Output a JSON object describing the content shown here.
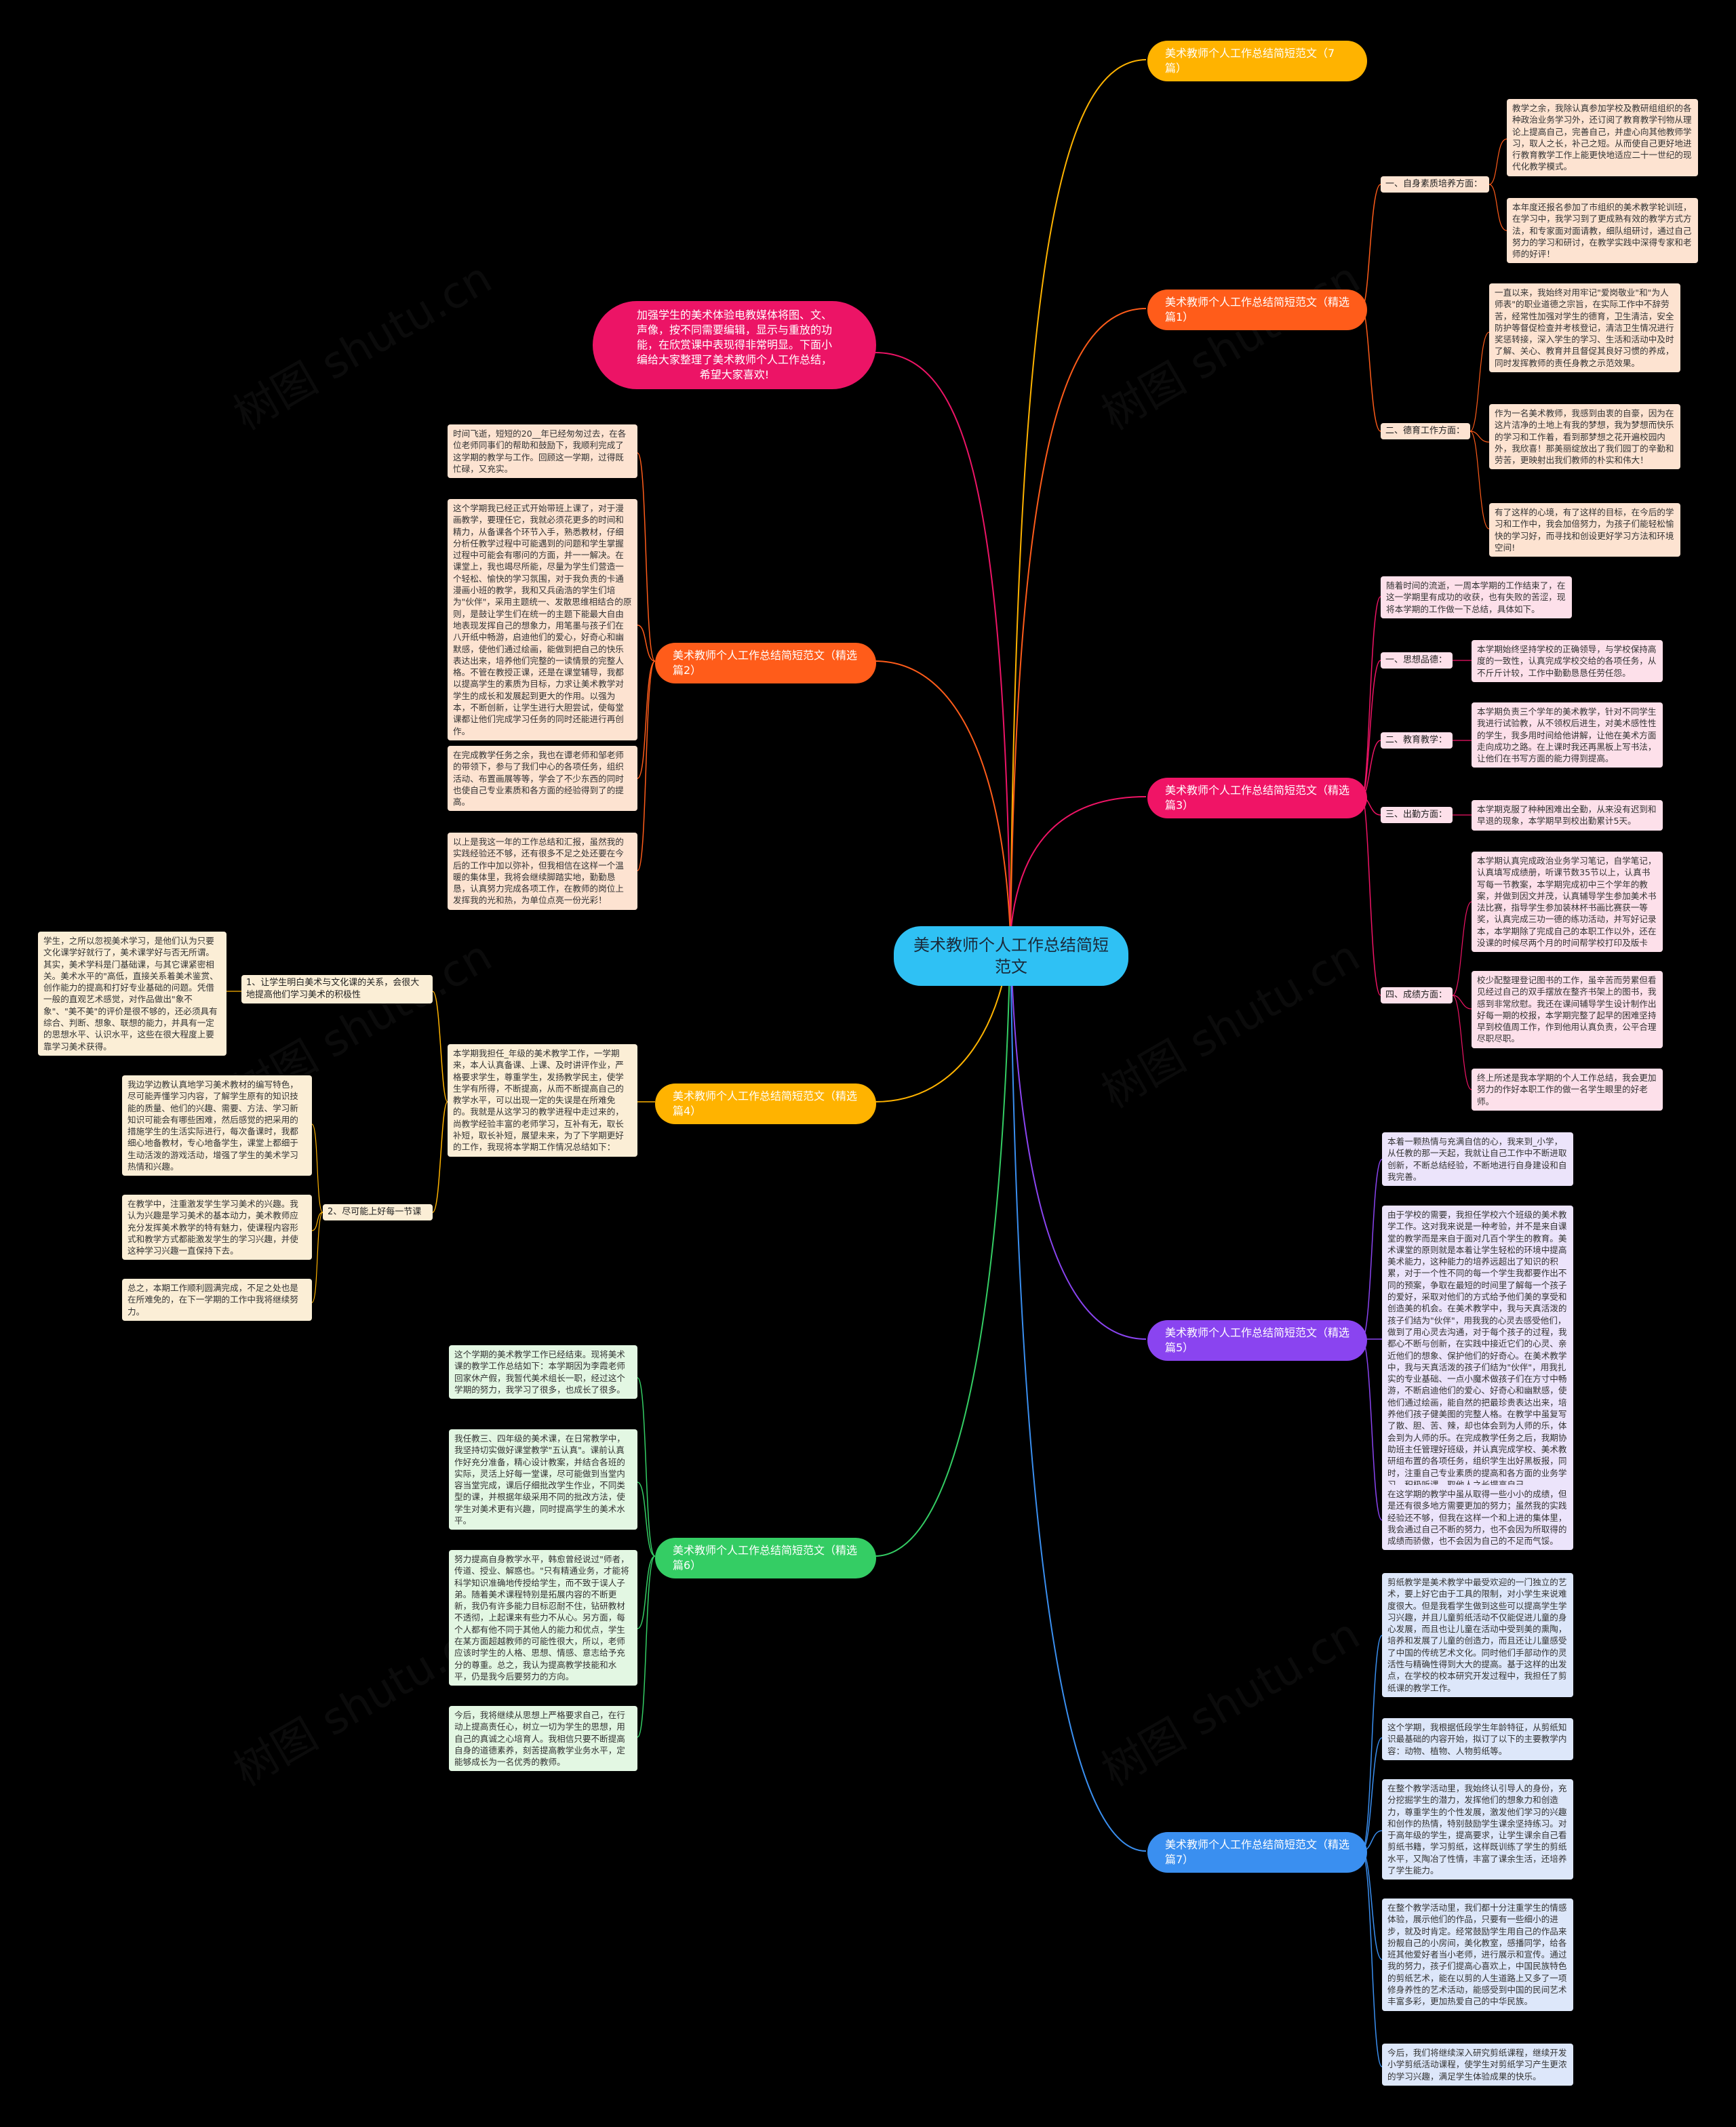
{
  "root": {
    "label": "美术教师个人工作总结简短范文"
  },
  "intro": {
    "text": "加强学生的美术体验电教媒体将图、文、声像，按不同需要编辑，显示与重放的功能，在欣赏课中表现得非常明显。下面小编给大家整理了美术教师个人工作总结，希望大家喜欢!"
  },
  "watermark": "树图 shutu.cn",
  "colors": {
    "root": "#2fc1f4",
    "branch1": "#ff5c1a",
    "branch2": "#ff5c1a",
    "branch3": "#f01466",
    "branch4": "#ffb300",
    "branch5": "#8a44f0",
    "branch6": "#34cd64",
    "branch7": "#3a8ff0",
    "branch0": "#ffb300",
    "intro": "#ec1466"
  },
  "branches": {
    "b0": {
      "label": "美术教师个人工作总结简短范文（7篇）"
    },
    "b1": {
      "label": "美术教师个人工作总结简短范文（精选篇1）",
      "s1": "一、自身素质培养方面：",
      "s1a": "教学之余，我除认真参加学校及教研组组织的各种政治业务学习外，还订阅了教育教学刊物从理论上提高自己，完善自己，并虚心向其他教师学习，取人之长，补己之短。从而使自己更好地进行教育教学工作上能更快地适应二十一世纪的现代化教学模式。",
      "s1b": "本年度还报名参加了市组织的美术教学轮训班，在学习中，我学习到了更成熟有效的教学方式方法，和专家面对面请教，细队组研讨，通过自己努力的学习和研讨，在教学实践中深得专家和老师的好评！",
      "s2": "二、德育工作方面：",
      "s2a": "一直以来，我始终对用牢记\"爱岗敬业\"和\"为人师表\"的职业道德之宗旨，在实际工作中不辞劳苦，经常性加强对学生的德育，卫生清洁，安全防护等督促检查并考核登记，清洁卫生情况进行奖惩转接，深入学生的学习、生活和活动中及时了解、关心、教育并且督促其良好习惯的养成，同时发挥教师的责任身教之示范效果。",
      "s2b": "作为一名美术教师，我感到由衷的自豪，因为在这片洁净的土地上有我的梦想，我为梦想而快乐的学习和工作着，看到那梦想之花开遍校园内外，我欣喜！那美丽绽放出了我们园丁的辛勤和劳苦，更映射出我们教师的朴实和伟大！",
      "s2c": "有了这样的心境，有了这样的目标，在今后的学习和工作中，我会加倍努力，为孩子们能轻松愉快的学习好，而寻找和创设更好学习方法和环境空间!"
    },
    "b2": {
      "label": "美术教师个人工作总结简短范文（精选篇2）",
      "l1": "时间飞逝，短短的20__年已经匆匆过去，在各位老师同事们的帮助和鼓励下，我顺利完成了这学期的教学与工作。回顾这一学期，过得既忙碌，又充实。",
      "l2": "这个学期我已经正式开始带班上课了，对于漫画教学，要理任它，我就必须花更多的时间和精力，从备课各个环节入手，熟悉教材，仔细分析任教学过程中可能遇到的问题和学生掌握过程中可能会有哪问的方面，并一一解决。在课堂上，我也竭尽所能，尽量为学生们营造一个轻松、愉快的学习氛围，对于我负责的卡通漫画小班的教学，我和又兵函浩的学生们培为\"伙伴\"，采用主题统一、发散思维相结合的原则，是鼓让学生们在统一的主题下能最大自由地表现发挥自己的想象力，用笔墨与孩子们在八开纸中畅游，启迪他们的爱心，好奇心和幽默感，使他们通过绘画，能做到把自己的快乐表达出来，培养他们完整的一读情景的完整人格。不管在教授正课，还是在课堂辅导，我都以提高学生的素质为目标，力求让美术教学对学生的成长和发展起到更大的作用。以强为本，不断创新，让学生进行大胆尝试，使每堂课都让他们完成学习任务的同时还能进行再创作。",
      "l3": "在完成教学任务之余，我也在谭老师和邹老师的带领下，参与了我们中心的各项任务，组织活动、布置画展等等，学会了不少东西的同时也使自己专业素质和各方面的经验得到了的提高。",
      "l4": "以上是我这一年的工作总结和汇报，虽然我的实践经验还不够，还有很多不足之处还要在今后的工作中加以弥补，但我相信在这样一个温暖的集体里，我将会继续脚踏实地，勤勤恳恳，认真努力完成各项工作，在教师的岗位上发挥我的光和热，为单位点亮一份光彩！"
    },
    "b3": {
      "label": "美术教师个人工作总结简短范文（精选篇3）",
      "intro": "随着时间的流逝，一周本学期的工作结束了，在这一学期里有成功的收获，也有失败的苦涩，现将本学期的工作做一下总结，具体如下。",
      "s1": "一、思想品德：",
      "s1a": "本学期始终坚持学校的正确领导，与学校保持高度的一致性，认真完成学校交给的各项任务，从不斤斤计较，工作中勤勤恳恳任劳任怨。",
      "s2": "二、教育教学：",
      "s2a": "本学期负责三个学年的美术教学，针对不同学生我进行试验教，从不领权后进生，对美术感性性的学生，我多用时间给他讲解，让他在美术方面走向成功之路。在上课时我还再黑板上写书法，让他们在书写方面的能力得到提高。",
      "s3": "三、出勤方面：",
      "s3a": "本学期克服了种种困难出全勤，从来没有迟到和早退的现象，本学期早到校出勤累计5天。",
      "s4": "四、成绩方面：",
      "s4a": "本学期认真完成政治业务学习笔记，自学笔记，认真填写成绩册，听课节数35节以上，认真书写每一节教案，本学期完成初中三个学年的教案，并做到因文并茂，认真辅导学生参加美术书法比赛，指导学生参加装林杯书画比赛获一等奖，认真完成三功一德的练功活动，并写好记录本，本学期除了完成自己的本职工作以外，还在没课的时候尽两个月的时间帮学校打印及版卡",
      "s4b": "校少配整理登记图书的工作，虽辛苦而劳累但看见经过自己的双手摆放在整齐书架上的图书，我感到非常欣慰。我还在课间辅导学生设计制作出好每一期的校报，本学期完整了起早的困难坚持早到校值周工作，作到他用认真负责，公平合理尽职尽职。",
      "s4c": "终上所述是我本学期的个人工作总结，我会更加努力的作好本职工作的做一名学生眼里的好老师。"
    },
    "b4": {
      "label": "美术教师个人工作总结简短范文（精选篇4）",
      "main": "本学期我担任_年级的美术教学工作，一学期来，本人认真备课、上课、及时讲评作业，严格要求学生，尊重学生，发扬教学民主，使学生学有所得，不断提高，从而不断提高自己的教学水平，可以出现一定的失误是在所难免的。我就是从这学习的教学进程中走过来的，尚教学经验丰富的老师学习，互补有无，取长补短，取长补短，展望未来，为了下学期更好的工作，我现将本学期工作情况总结如下：",
      "s1": "1、让学生明白美术与文化课的关系，会很大地提高他们学习美术的积极性",
      "s1a": "学生，之所以忽视美术学习，是他们认为只要文化课学好就行了，美术课学好与否无所谓。其实，美术学科是门基础课，与其它课紧密相关。美术水平的\"高低，直接关系着美术鉴赏、创作能力的提高和打好专业基础的问题。凭借一般的直观艺术感觉，对作品做出\"象不象\"、\"美不美\"的评价是很不够的，还必须具有综合、判断、想象、联想的能力，并具有一定的思想水平、认识水平，这些在很大程度上要靠学习美术获得。",
      "s2": "2、尽可能上好每一节课",
      "s2a": "我边学边教认真地学习美术教材的编写特色，尽可能弄懂学习内容，了解学生原有的知识技能的质量、他们的兴趣、需要、方法、学习新知识可能会有哪些困难，然后感觉的把采用的措施学生的生活实际进行，每次备课时，我都细心地备教材，专心地备学生，课堂上都细于生动活泼的游戏活动，增强了学生的美术学习热情和兴趣。",
      "s2b": "在教学中，注重激发学生学习美术的兴趣。我认为兴趣是学习美术的基本动力，美术教师应充分发挥美术教学的特有魅力，使课程内容形式和教学方式都能激发学生的学习兴趣，并使这种学习兴趣一直保持下去。",
      "s2c": "总之，本期工作顺利圆满完成，不足之处也是在所难免的，在下一学期的工作中我将继续努力。"
    },
    "b5": {
      "label": "美术教师个人工作总结简短范文（精选篇5）",
      "l1": "本着一颗热情与充满自信的心，我来到_小学，从任教的那一天起，我就让自己工作中不断进取创新，不断总结经验，不断地进行自身建设和自我完善。",
      "l2": "由于学校的需要，我担任学校六个班级的美术教学工作。这对我来说是一种考验，并不是来自课堂的教学而是来自于面对几百个学生的教育。美术课堂的原则就是本着让学生轻松的环境中提高美术能力，这种能力的培养远超出了知识的积累，对于一个性不同的每一个学生我都要作出不同的预案，争取在最短的时间里了解每一个孩子的爱好，采取对他们的方式给予他们美的享受和创造美的机会。在美术教学中，我与天真活泼的孩子们结为\"伙伴\"，用我我的心灵去感受他们，做到了用心灵去沟通，对于每个孩子的过程，我都心不断与创新，在实践中接近它们的心灵、亲近他们的想象、保护他们的好奇心。在美术教学中，我与天真活泼的孩子们结为\"伙伴\"，用我扎实的专业基础、一点小魔术做孩子们在方寸中畅游，不断启迪他们的爱心、好奇心和幽默感，使他们通过绘画，能自然的把最珍贵表达出来，培养他们孩子健美图的完整人格。在教学中虽复写了散、胆、苦、辣，却也体会到为人师的乐，体会到为人师的乐。在完成教学任务之后，我期协助班主任管理好班级，并认真完成学校、美术教研组布置的各项任务，组织学生出好黑板报，同时，注重自己专业素质的提高和各方面的业务学习，积极听课，取他人之长提高自己。",
      "l3": "在这学期的教学中虽从取得一些小小的成绩，但是还有很多地方需要更加的努力；虽然我的实践经验还不够，但我在这样一个和上进的集体里，我会通过自己不断的努力，也不会因为所取得的成绩而骄傲，也不会因为自己的不足而气馁。"
    },
    "b6": {
      "label": "美术教师个人工作总结简短范文（精选篇6）",
      "l1": "这个学期的美术教学工作已经结束。现将美术课的教学工作总结如下：本学期因为李霞老师回家休产假，我暂代美术组长一职，经过这个学期的努力，我学习了很多，也成长了很多。",
      "l2": "我任教三、四年级的美术课，在日常教学中，我坚持切实做好课堂教学\"五认真\"。课前认真作好充分准备，精心设计教案，并结合各班的实际，灵活上好每一堂课，尽可能做到当堂内容当堂完成，课后仔细批改学生作业，不同类型的课，并根据年级采用不同的批改方法，使学生对美术更有兴趣，同时提高学生的美术水平。",
      "l3": "努力提高自身教学水平，韩愈曾经说过\"师者，传道、授业、解惑也。\"只有精通业务，才能将科学知识准确地传授给学生，而不致于误人子弟。随着美术课程特别是拓展内容的不断更新，我仍有许多能力目标忍耐不住，钻研教材不透彻，上起课来有些力不从心。另方面，每个人都有他不同于其他人的能力和优点，学生在某方面超越教师的可能性很大，所以，老师应该时学生的人格、思想、情感、意志给予充分的尊重。总之，我认为提高教学技能和水平，仍是我今后要努力的方向。",
      "l4": "今后，我将继续从思想上严格要求自己，在行动上提高责任心，树立一切为学生的思想，用自己的真诚之心培育人。我相信只要不断提高自身的道德素养，刻苦提高教学业务水平，定能够成长为一名优秀的教师。"
    },
    "b7": {
      "label": "美术教师个人工作总结简短范文（精选篇7）",
      "l1": "剪纸教学是美术教学中最受欢迎的一门独立的艺术，要上好它由于工具的限制，对小学生来说难度很大。但是我看学生做到这些可以提高学生学习兴趣，并且儿童剪纸活动不仅能促进儿童的身心发展，而且也让儿童在活动中受到美的熏陶，培养和发展了儿童的创造力，而且还让儿童感受了中国的传统艺术文化。同时他们手部动作的灵活性与精确性得到大大的提高。基于这样的出发点，在学校的校本研究开发过程中，我担任了剪纸课的教学工作。",
      "l2": "这个学期，我根据低段学生年龄特征，从剪纸知识最基础的内容开始，拟订了以下的主要教学内容：动物、植物、人物剪纸等。",
      "l3": "在整个教学活动里，我始终认引导人的身份，充分挖掘学生的潜力，发挥他们的想象力和创造力，尊重学生的个性发展，激发他们学习的兴趣和创作的热情，特别鼓励学生课余坚持练习。对于高年级的学生，提高要求，让学生课余自己看剪纸书籍，学习剪纸，这样既训练了学生的剪纸水平，又陶冶了性情，丰富了课余生活，还培养了学生能力。",
      "l4": "在整个教学活动里，我们都十分注重学生的情感体验，展示他们的作品，只要有一些细小的进步，就及时肯定。经常鼓励学生用自己的作品来扮靓自己的小房间，美化教室，感播同学，给各班其他爱好者当小老师，进行展示和宣传。通过我的努力，孩子们提高心喜欢上，中国民族特色的剪纸艺术，能在以剪的人生道路上又多了一项修身养性的艺术活动，能感受到中国的民间艺术丰富多彩，更加热爱自己的中华民族。",
      "l5": "今后，我们将继续深入研究剪纸课程，继续开发小学剪纸活动课程，使学生对剪纸学习产生更浓的学习兴趣，满足学生体验成果的快乐。"
    }
  }
}
